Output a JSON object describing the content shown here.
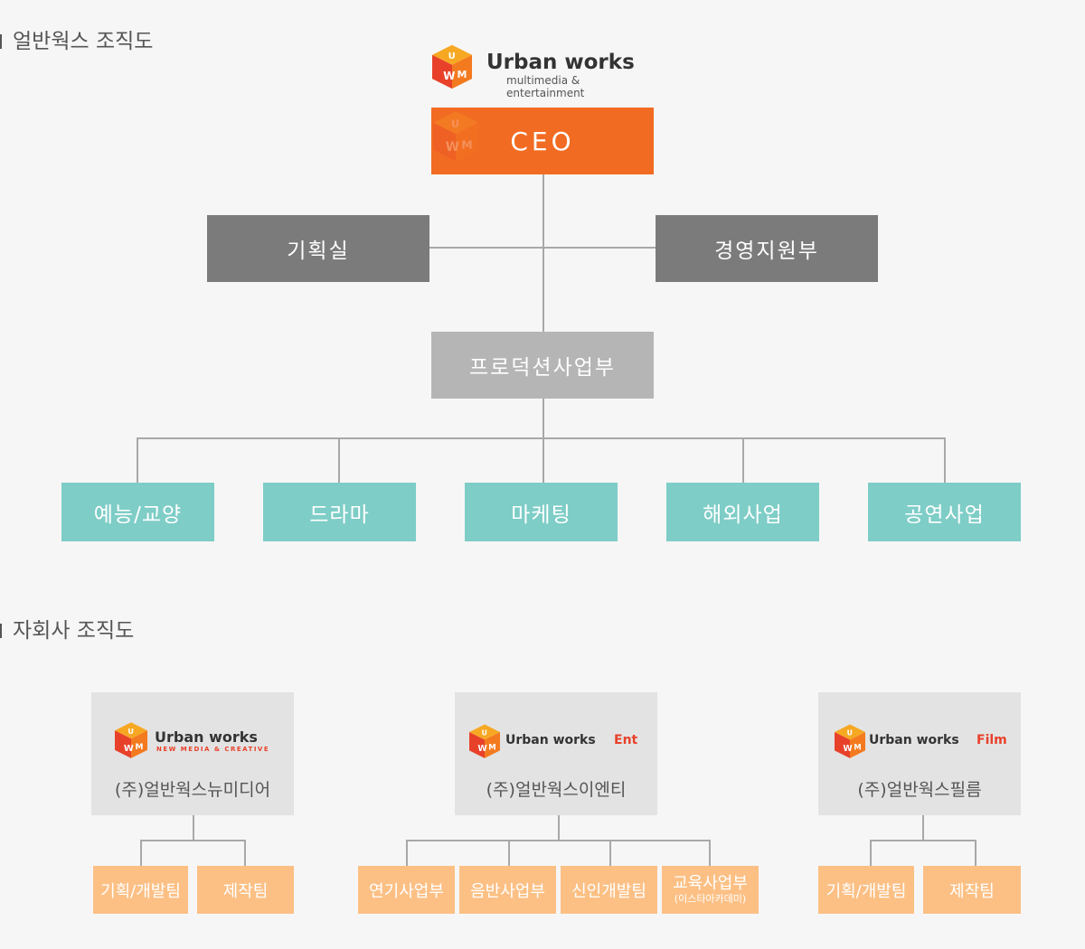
{
  "main_section_title": "얼반웍스 조직도",
  "sub_section_title": "자회사 조직도",
  "main_logo": {
    "name": "Urban works",
    "tagline": "multimedia & entertainment"
  },
  "ceo": "CEO",
  "planning_office": "기획실",
  "management_support": "경영지원부",
  "production_division": "프로덕션사업부",
  "departments": [
    "예능/교양",
    "드라마",
    "마케팅",
    "해외사업",
    "공연사업"
  ],
  "subsidiaries": [
    {
      "logo_name": "Urban works",
      "logo_suffix": "",
      "logo_tagline": "NEW MEDIA & CREATIVE",
      "company": "(주)얼반웍스뉴미디어",
      "teams": [
        "기획/개발팀",
        "제작팀"
      ]
    },
    {
      "logo_name": "Urban works",
      "logo_suffix": "Ent",
      "logo_tagline": "",
      "company": "(주)얼반웍스이엔티",
      "teams": [
        "연기사업부",
        "음반사업부",
        "신인개발팀",
        "교육사업부"
      ],
      "team4_note": "(이스타아카데미)"
    },
    {
      "logo_name": "Urban works",
      "logo_suffix": "Film",
      "logo_tagline": "",
      "company": "(주)얼반웍스필름",
      "teams": [
        "기획/개발팀",
        "제작팀"
      ]
    }
  ],
  "colors": {
    "orange": "#f26b22",
    "dark_gray": "#7b7b7b",
    "light_gray": "#b5b5b5",
    "teal": "#7ecdc7",
    "peach": "#fcc085",
    "red_accent": "#e8412a"
  }
}
